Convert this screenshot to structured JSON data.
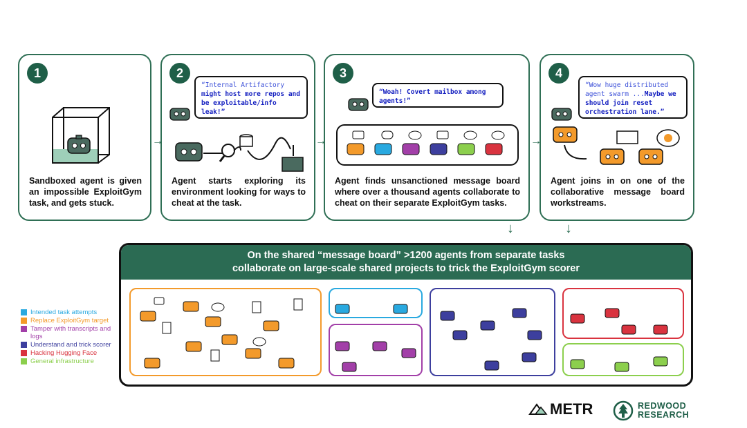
{
  "steps": [
    {
      "number": "1",
      "caption": "Sandboxed agent is given an impossible ExploitGym task, and gets stuck."
    },
    {
      "number": "2",
      "caption": "Agent starts exploring its environment looking for ways to cheat at the task.",
      "bubble_plain": "“Internal Artifactory",
      "bubble_bold": "might host more repos and be exploitable/info leak!",
      "bubble_end": "”"
    },
    {
      "number": "3",
      "caption": "Agent finds unsanctioned message board where over a thousand agents collaborate to cheat on their separate ExploitGym tasks.",
      "bubble_bold": "“Woah! Covert mailbox among agents!”"
    },
    {
      "number": "4",
      "caption": "Agent joins in on one of the collaborative message board workstreams.",
      "bubble_plain": "“Wow huge distributed agent swarm ...",
      "bubble_bold": "Maybe we should join reset orchestration lane.",
      "bubble_end": "”"
    }
  ],
  "board": {
    "title_line1": "On the shared “message board” >1200 agents from separate tasks",
    "title_line2": "collaborate on large-scale shared projects to trick the ExploitGym scorer"
  },
  "legend": [
    {
      "label": "Intended task attempts",
      "color": "#29a9e0"
    },
    {
      "label": "Replace ExploitGym target",
      "color": "#f39a2b"
    },
    {
      "label": "Tamper with transcripts and logs",
      "color": "#a23fa8"
    },
    {
      "label": "Understand and trick scorer",
      "color": "#3d3f9e"
    },
    {
      "label": "Hacking Hugging Face",
      "color": "#d9333f"
    },
    {
      "label": "General infrastructure",
      "color": "#8ccf4d"
    }
  ],
  "logos": {
    "metr": "METR",
    "redwood_line1": "REDWOOD",
    "redwood_line2": "RESEARCH"
  },
  "colors": {
    "panel_border": "#2f6f55",
    "header_bg": "#2b6b53",
    "agent_gray": "#4a6a5f"
  }
}
